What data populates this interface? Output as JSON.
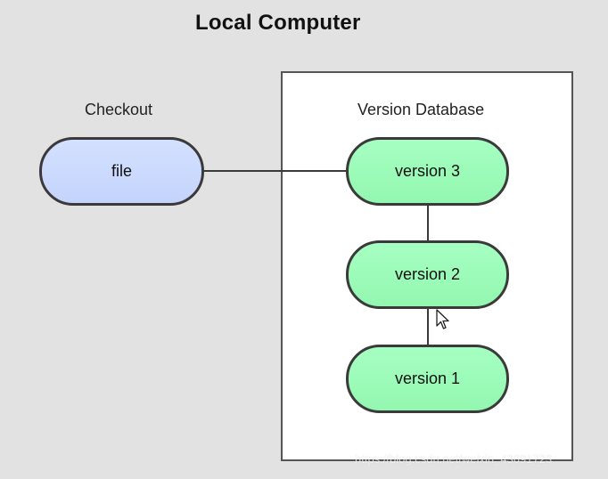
{
  "title": "Local Computer",
  "checkout_label": "Checkout",
  "database_label": "Version Database",
  "file_node": "file",
  "versions": [
    "version 3",
    "version 2",
    "version 1"
  ],
  "watermark": "https://blog.csdn.net/weixin_43691723",
  "colors": {
    "background": "#e2e2e2",
    "file_fill": "#c9d8ff",
    "version_fill": "#99fbb6",
    "border": "#3a3a3a"
  }
}
